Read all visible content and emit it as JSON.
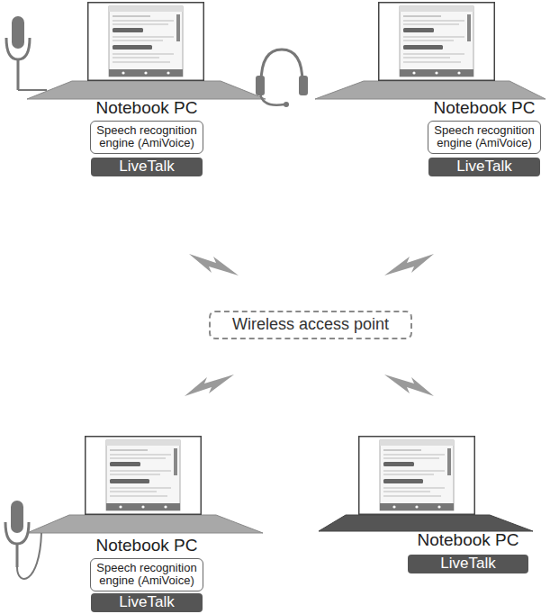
{
  "diagram": {
    "nodes": [
      {
        "text": [
          "Speech recognition engine (AmiVoice)"
        ]
      },
      {
        "text": [
          "LiveTalk"
        ]
      },
      {
        "text": [
          "Speech recognition engine (AmiVoice)"
        ]
      },
      {
        "text": [
          "LiveTalk"
        ]
      },
      {
        "text": [
          "Wireless access point"
        ]
      },
      {
        "text": [
          "Speech recognition engine (AmiVoice)"
        ]
      },
      {
        "text": [
          "LiveTalk"
        ]
      },
      {
        "text": [
          "LiveTalk"
        ]
      }
    ],
    "labels": [
      "Notebook PC",
      "Notebook PC",
      "Notebook PC",
      "Notebook PC"
    ]
  }
}
